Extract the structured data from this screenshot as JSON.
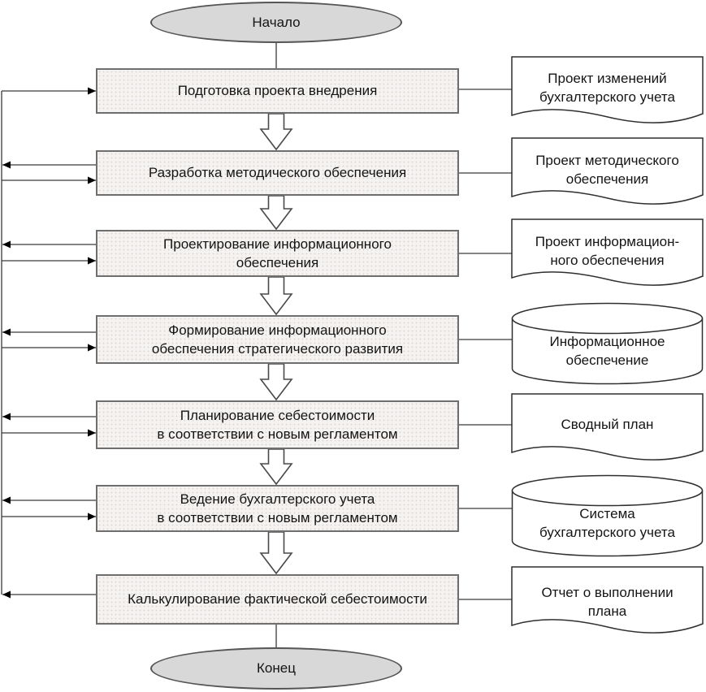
{
  "diagram": {
    "type": "flowchart",
    "language": "ru",
    "start": {
      "label": "Начало"
    },
    "end": {
      "label": "Конец"
    },
    "steps": [
      {
        "label": "Подготовка проекта внедрения",
        "artifact": {
          "shape": "document",
          "label": "Проект изменений\nбухгалтерского учета"
        }
      },
      {
        "label": "Разработка методического обеспечения",
        "artifact": {
          "shape": "document",
          "label": "Проект методического\nобеспечения"
        }
      },
      {
        "label": "Проектирование информационного\nобеспечения",
        "artifact": {
          "shape": "document",
          "label": "Проект информацион-\nного обеспечения"
        }
      },
      {
        "label": "Формирование информационного\nобеспечения стратегического развития",
        "artifact": {
          "shape": "database",
          "label": "Информационное\nобеспечение"
        }
      },
      {
        "label": "Планирование себестоимости\nв соответствии с новым регламентом",
        "artifact": {
          "shape": "document",
          "label": "Сводный план"
        }
      },
      {
        "label": "Ведение бухгалтерского учета\nв соответствии с новым регламентом",
        "artifact": {
          "shape": "database",
          "label": "Система\nбухгалтерского учета"
        }
      },
      {
        "label": "Калькулирование фактической себестоимости",
        "artifact": {
          "shape": "document",
          "label": "Отчет о выполнении\nплана"
        }
      }
    ],
    "colors": {
      "process_fill": "#f4f3f1",
      "terminal_fill": "#d8d8d8",
      "artifact_fill": "#ffffff",
      "stroke": "#333333",
      "arrow": "#000000"
    }
  }
}
